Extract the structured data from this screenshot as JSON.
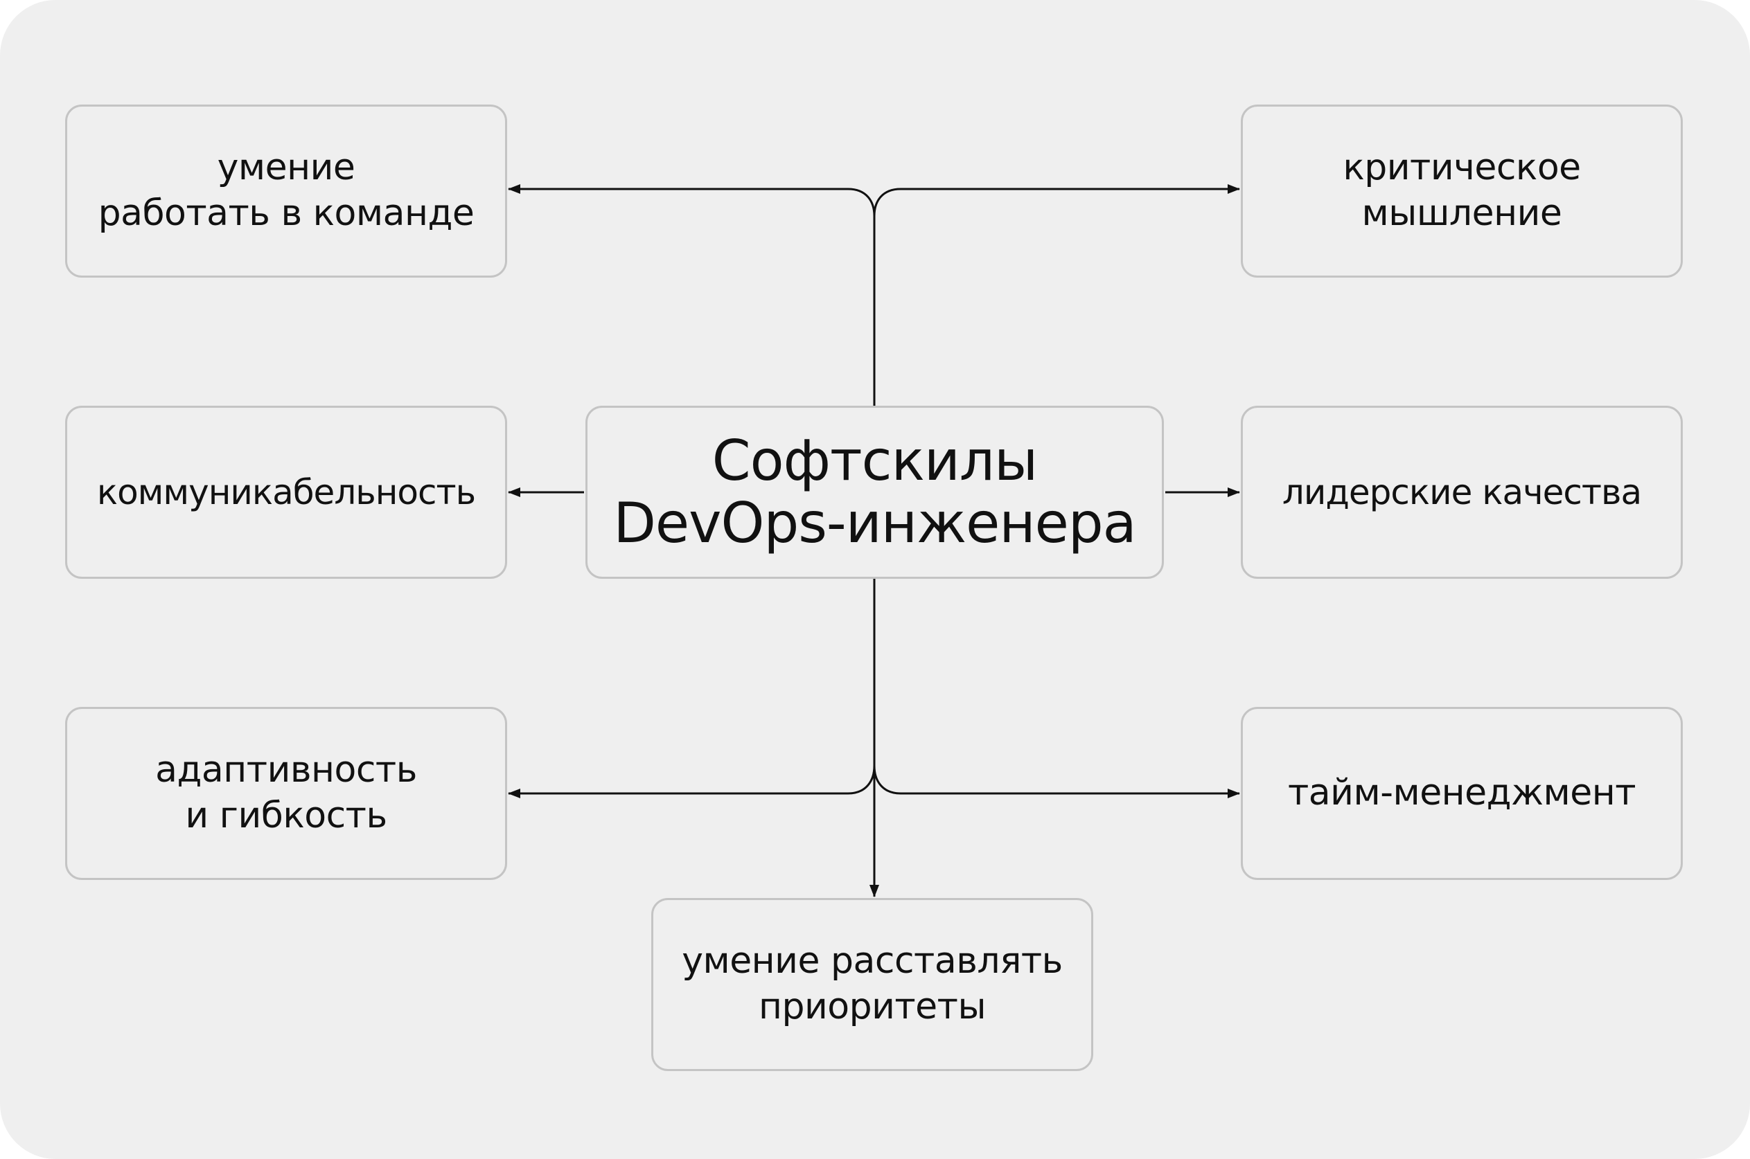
{
  "diagram": {
    "center": {
      "line1": "Софтскилы",
      "line2": "DevOps-инженера"
    },
    "skills": {
      "teamwork": {
        "line1": "умение",
        "line2": "работать в команде"
      },
      "critical_thinking": {
        "line1": "критическое",
        "line2": "мышление"
      },
      "communication": {
        "line1": "коммуникабельность"
      },
      "leadership": {
        "line1": "лидерские качества"
      },
      "adaptability": {
        "line1": "адаптивность",
        "line2": "и гибкость"
      },
      "time_management": {
        "line1": "тайм-менеджмент"
      },
      "prioritization": {
        "line1": "умение расставлять",
        "line2": "приоритеты"
      }
    }
  },
  "colors": {
    "background": "#efefef",
    "node_border": "#c4c4c4",
    "line": "#111111",
    "text": "#111111"
  }
}
